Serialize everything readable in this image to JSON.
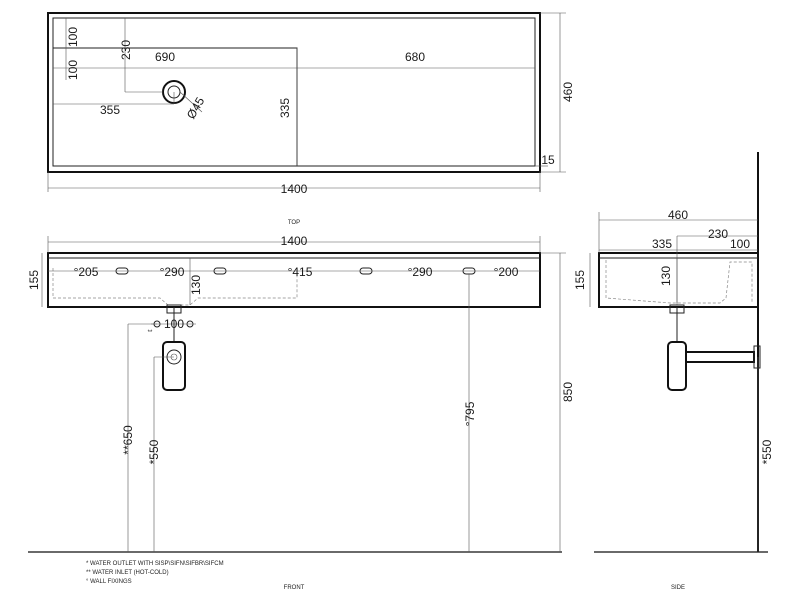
{
  "top_view": {
    "caption": "TOP",
    "dims": {
      "d100_top": "100",
      "d230": "230",
      "d690": "690",
      "d680": "680",
      "d100_left": "100",
      "d460": "460",
      "d45": "Ø45",
      "d355": "355",
      "d335": "335",
      "d15": "15",
      "d1400": "1400"
    }
  },
  "front_view": {
    "caption": "FRONT",
    "dims": {
      "d1400": "1400",
      "d155": "155",
      "d205": "°205",
      "d290a": "°290",
      "d415": "°415",
      "d290b": "°290",
      "d200": "°200",
      "d130": "130",
      "d100": "100",
      "d650": "**650",
      "d550": "*550",
      "d795": "°795",
      "d850": "850"
    },
    "notes": [
      "*  WATER OUTLET WITH SISP\\SIFN\\SIFBR\\SIFCM",
      "** WATER INLET  (HOT-COLD)",
      "° WALL FIXINGS"
    ],
    "asterisk_mark": "**"
  },
  "side_view": {
    "caption": "SIDE",
    "dims": {
      "d460": "460",
      "d230": "230",
      "d335": "335",
      "d100": "100",
      "d155": "155",
      "d130": "130",
      "d550": "*550"
    }
  },
  "colors": {
    "line": "#111111",
    "hidden_line": "#888888",
    "background": "#ffffff"
  }
}
